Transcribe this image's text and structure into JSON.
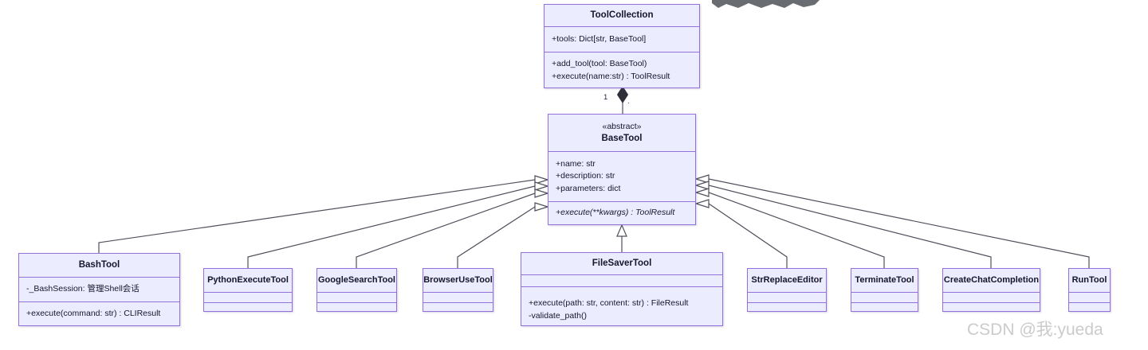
{
  "diagram": {
    "composition": {
      "relation": "composition",
      "multiplicity_left": "1",
      "multiplicity_right": "."
    },
    "classes": {
      "toolCollection": {
        "name": "ToolCollection",
        "attributes": [
          "+tools: Dict[str, BaseTool]"
        ],
        "methods": [
          "+add_tool(tool: BaseTool)",
          "+execute(name:str) : ToolResult"
        ]
      },
      "baseTool": {
        "stereotype": "«abstract»",
        "name": "BaseTool",
        "attributes": [
          "+name: str",
          "+description: str",
          "+parameters: dict"
        ],
        "methods": [
          "+execute(**kwargs) : ToolResult"
        ]
      },
      "bashTool": {
        "name": "BashTool",
        "attributes": [
          "-_BashSession: 管理Shell会话"
        ],
        "methods": [
          "+execute(command: str) : CLIResult"
        ]
      },
      "pythonExecuteTool": {
        "name": "PythonExecuteTool",
        "attributes": [],
        "methods": []
      },
      "googleSearchTool": {
        "name": "GoogleSearchTool",
        "attributes": [],
        "methods": []
      },
      "browserUseTool": {
        "name": "BrowserUseTool",
        "attributes": [],
        "methods": []
      },
      "fileSaverTool": {
        "name": "FileSaverTool",
        "attributes": [],
        "methods": [
          "+execute(path: str, content: str) : FileResult",
          "-validate_path()"
        ]
      },
      "strReplaceEditor": {
        "name": "StrReplaceEditor",
        "attributes": [],
        "methods": []
      },
      "terminateTool": {
        "name": "TerminateTool",
        "attributes": [],
        "methods": []
      },
      "createChatCompletion": {
        "name": "CreateChatCompletion",
        "attributes": [],
        "methods": []
      },
      "runTool": {
        "name": "RunTool",
        "attributes": [],
        "methods": []
      }
    }
  },
  "watermark": {
    "text": "CSDN @我:yueda"
  },
  "colors": {
    "background": "#ffffff",
    "box_fill": "#ECECFF",
    "box_border": "#9370DB",
    "edge": "#50505c",
    "diamond_fill": "#2f2f3a",
    "watermark": "#cbcbcb",
    "scribble": "#5c6065"
  }
}
